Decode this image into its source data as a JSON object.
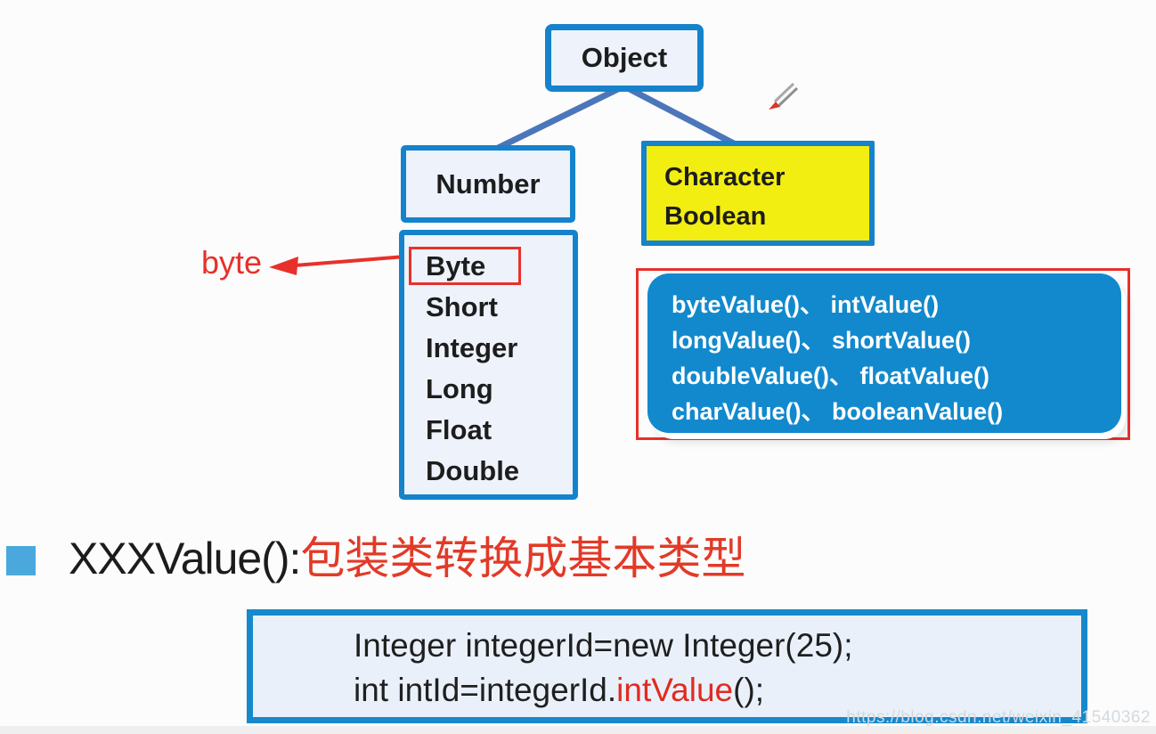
{
  "colors": {
    "background": "#fcfcfc",
    "box_border_blue": "#1583cb",
    "box_fill_light": "#edf2fb",
    "yellow_fill": "#f3ee12",
    "connector_blue": "#4c76ba",
    "highlight_red": "#e8302a",
    "method_box_blue": "#1289cd",
    "heading_red": "#e23a28",
    "bullet_blue": "#4aa8dd",
    "code_highlight_red": "#e02b20",
    "watermark_gray": "#d3dadf"
  },
  "hierarchy": {
    "object_label": "Object",
    "number_label": "Number",
    "character_label": "Character",
    "boolean_label": "Boolean",
    "subclasses": [
      "Byte",
      "Short",
      "Integer",
      "Long",
      "Float",
      "Double"
    ]
  },
  "annotation": {
    "byte_label": "byte"
  },
  "methods_box": {
    "lines": [
      "byteValue()、 intValue()",
      "longValue()、 shortValue()",
      "doubleValue()、 floatValue()",
      "charValue()、 booleanValue()"
    ]
  },
  "heading": {
    "latin": "XXXValue():",
    "chinese": "包装类转换成基本类型"
  },
  "code_box": {
    "line1": "Integer integerId=new Integer(25);",
    "line2_prefix": "int intId=integerId.",
    "line2_highlight": "intValue",
    "line2_suffix": "();"
  },
  "watermark": {
    "url_text": "https://blog.csdn.net/weixin_41540362"
  },
  "icons": {
    "cursor": "pencil-cursor"
  }
}
